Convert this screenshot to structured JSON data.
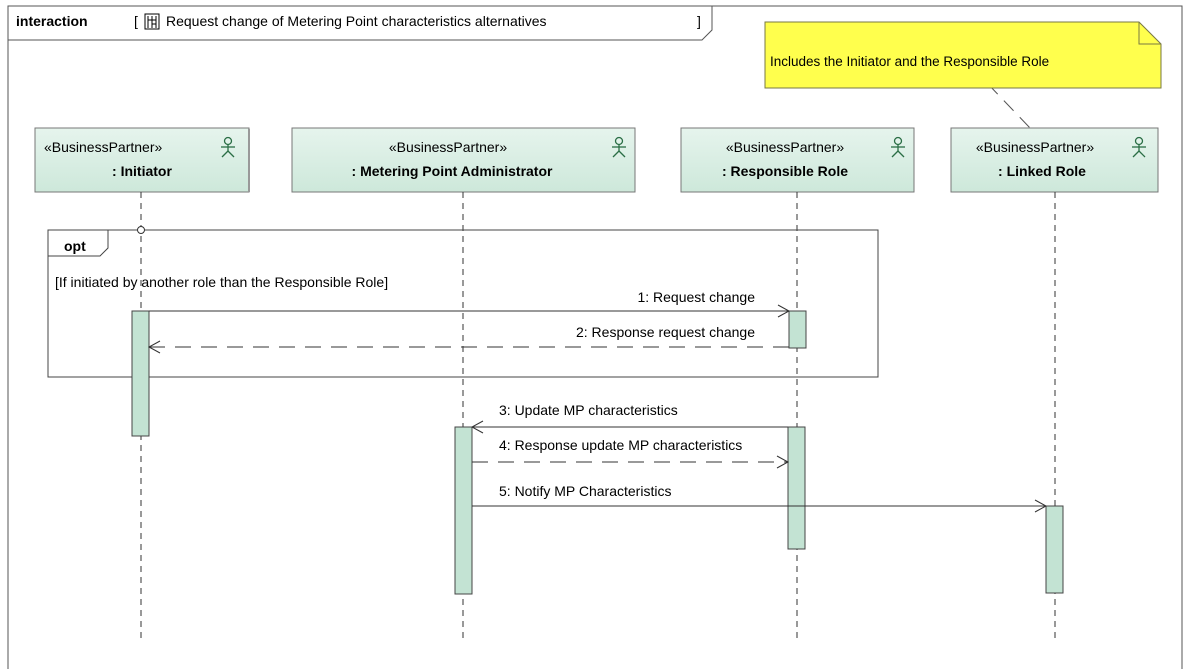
{
  "frame": {
    "keyword": "interaction",
    "open_bracket": "[",
    "name": "Request change of Metering Point characteristics alternatives",
    "close_bracket": "]"
  },
  "note": {
    "text": "Includes the Initiator and the Responsible Role"
  },
  "lifelines": [
    {
      "stereotype": "«BusinessPartner»",
      "name": ": Initiator"
    },
    {
      "stereotype": "«BusinessPartner»",
      "name": ": Metering Point Administrator"
    },
    {
      "stereotype": "«BusinessPartner»",
      "name": ": Responsible Role"
    },
    {
      "stereotype": "«BusinessPartner»",
      "name": ": Linked Role"
    }
  ],
  "fragment": {
    "operator": "opt",
    "guard": "[If initiated by another role than the Responsible Role]"
  },
  "messages": [
    {
      "label": "1: Request change",
      "from": "Initiator",
      "to": "Responsible Role",
      "kind": "call"
    },
    {
      "label": "2: Response request change",
      "from": "Responsible Role",
      "to": "Initiator",
      "kind": "reply"
    },
    {
      "label": "3: Update MP characteristics",
      "from": "Responsible Role",
      "to": "Metering Point Administrator",
      "kind": "call"
    },
    {
      "label": "4: Response update MP characteristics",
      "from": "Metering Point Administrator",
      "to": "Responsible Role",
      "kind": "reply"
    },
    {
      "label": "5: Notify MP Characteristics",
      "from": "Metering Point Administrator",
      "to": "Linked Role",
      "kind": "call"
    }
  ],
  "colors": {
    "lifeline_fill": "#d4ece0",
    "activation_fill": "#c3e3d3",
    "note_fill": "#ffff4d",
    "line": "#000000"
  }
}
